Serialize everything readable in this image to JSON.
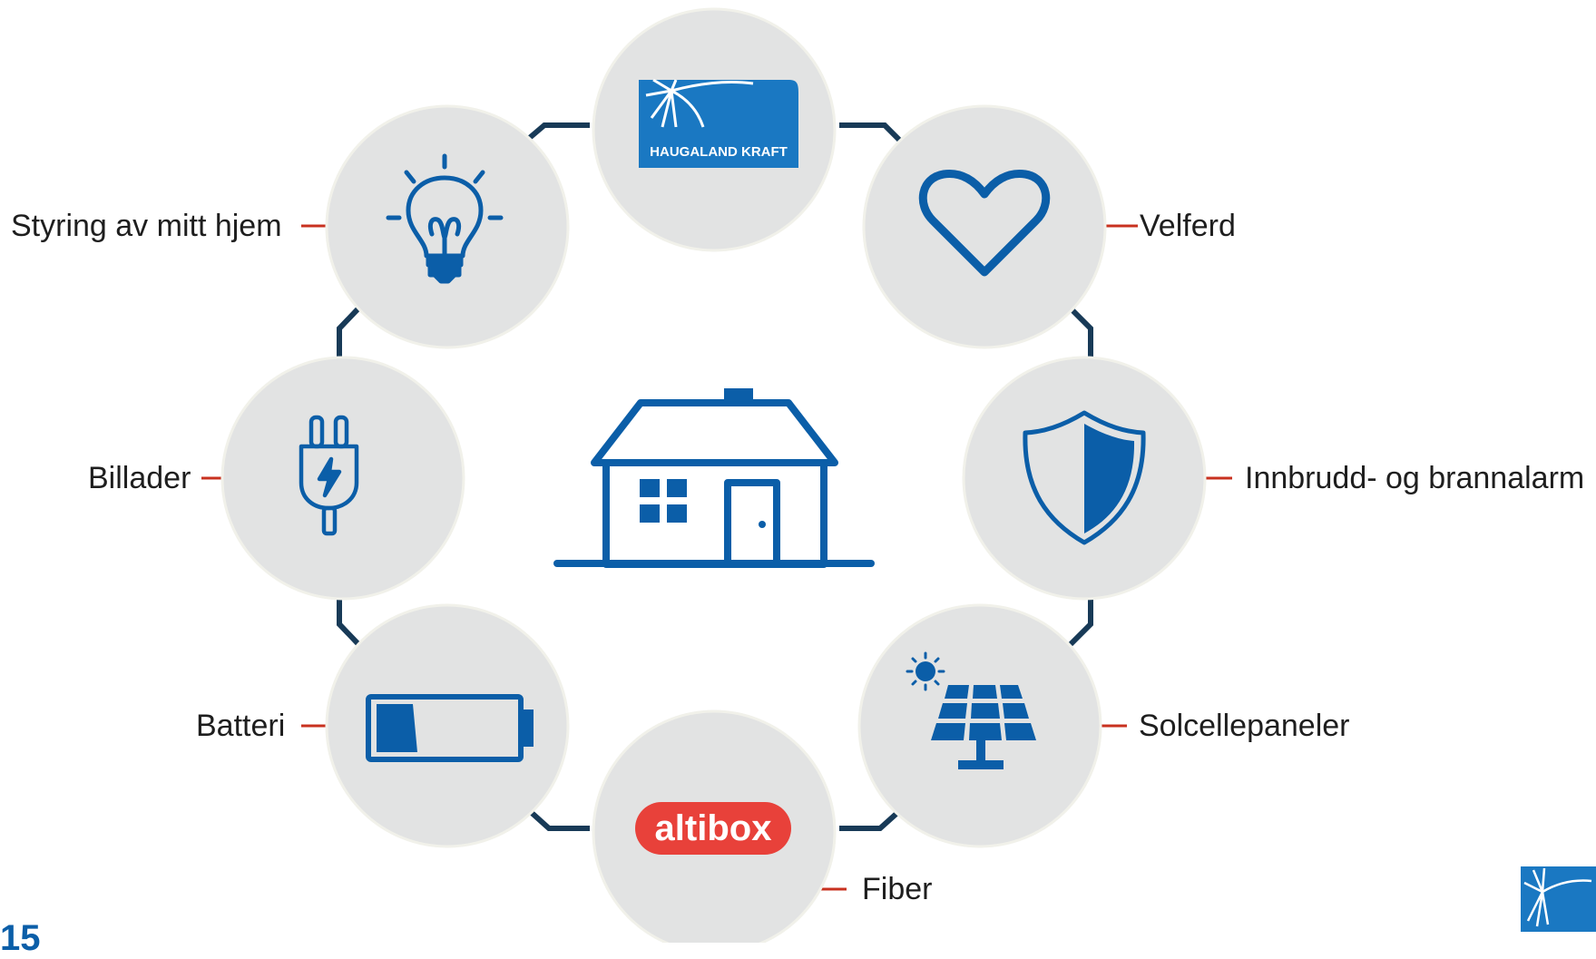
{
  "center": {
    "icon": "house-icon"
  },
  "nodes": [
    {
      "id": "haugaland-kraft",
      "icon": "haugaland-kraft-logo",
      "logo_text": "HAUGALAND KRAFT",
      "label": ""
    },
    {
      "id": "welfare",
      "icon": "heart-icon",
      "label": "Velferd"
    },
    {
      "id": "alarm",
      "icon": "shield-icon",
      "label": "Innbrudd- og brannalarm"
    },
    {
      "id": "solar",
      "icon": "solar-panel-icon",
      "label": "Solcellepaneler"
    },
    {
      "id": "fiber",
      "icon": "altibox-logo",
      "logo_text": "altibox",
      "label": "Fiber"
    },
    {
      "id": "battery",
      "icon": "battery-icon",
      "label": "Batteri"
    },
    {
      "id": "charger",
      "icon": "plug-icon",
      "label": "Billader"
    },
    {
      "id": "home-control",
      "icon": "lightbulb-icon",
      "label": "Styring av mitt hjem"
    }
  ],
  "page_number": "15",
  "colors": {
    "circle": "#e2e3e3",
    "icon_blue": "#0b5ea8",
    "ring_line": "#183a57",
    "label_line": "#c8311f",
    "altibox_red": "#e8413a",
    "hk_blue": "#1a78c2"
  }
}
